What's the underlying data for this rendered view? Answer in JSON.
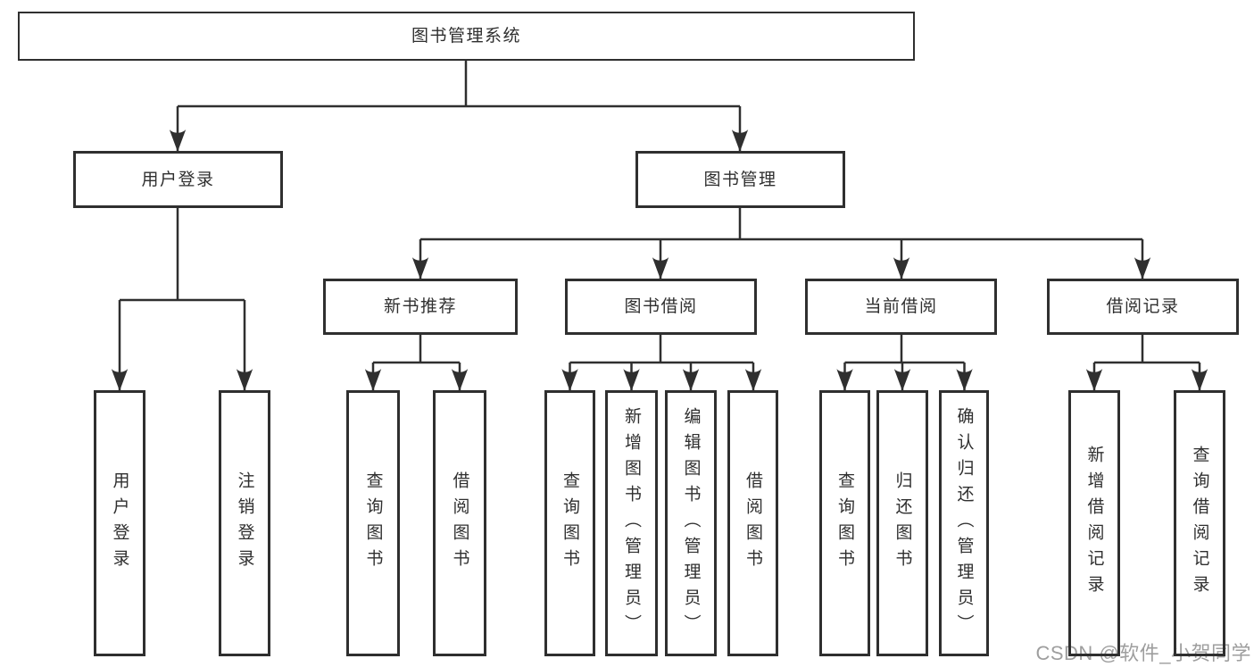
{
  "palette": {
    "line": "#2f2f2f",
    "text": "#2f2f2f",
    "background": "#ffffff",
    "watermark": "#9e9e9e"
  },
  "tree": {
    "root": "图书管理系统",
    "level2": [
      "用户登录",
      "图书管理"
    ],
    "level3": [
      "新书推荐",
      "图书借阅",
      "当前借阅",
      "借阅记录"
    ],
    "leaves_login": [
      "用户登录",
      "注销登录"
    ],
    "leaves_newbook": [
      "查询图书",
      "借阅图书"
    ],
    "leaves_borrow": [
      "查询图书",
      "新增图书（管理员）",
      "编辑图书（管理员）",
      "借阅图书"
    ],
    "leaves_current": [
      "查询图书",
      "归还图书",
      "确认归还（管理员）"
    ],
    "leaves_record": [
      "新增借阅记录",
      "查询借阅记录"
    ]
  },
  "watermark": {
    "text": "CSDN @软件_小贺同学"
  }
}
